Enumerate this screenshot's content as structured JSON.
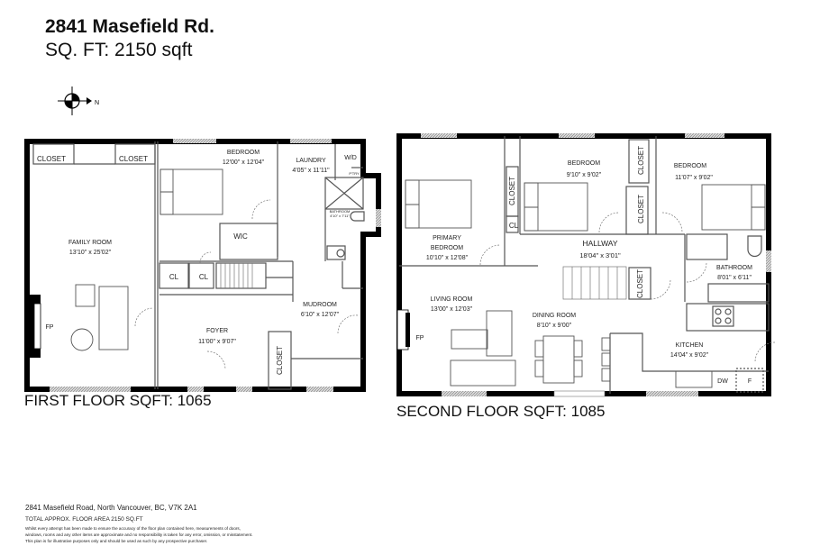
{
  "header": {
    "title": "2841 Masefield Rd.",
    "sqft": "SQ. FT: 2150 sqft"
  },
  "compass": {
    "icon": "compass-north-icon",
    "label": "N"
  },
  "first_floor": {
    "caption": "FIRST FLOOR  SQFT: 1065",
    "rooms": {
      "closet1": "CLOSET",
      "closet2": "CLOSET",
      "family": "FAMILY ROOM",
      "family_dim": "13'10\" x 25'02\"",
      "fp": "FP",
      "bedroom": "BEDROOM",
      "bedroom_dim": "12'00\" x 12'04\"",
      "laundry": "LAUNDRY",
      "laundry_dim": "4'05\" x 11'11\"",
      "wd": "W/D",
      "pantry": "P'TRY",
      "bathroom": "BATHROOM",
      "bathroom_dim": "4'10\" x 7'11\"",
      "wic": "WIC",
      "cl1": "CL",
      "cl2": "CL",
      "mudroom": "MUDROOM",
      "mudroom_dim": "6'10\" x 12'07\"",
      "foyer": "FOYER",
      "foyer_dim": "11'00\" x 9'07\"",
      "closet3": "CLOSET"
    }
  },
  "second_floor": {
    "caption": "SECOND FLOOR  SQFT: 1085",
    "rooms": {
      "closet1": "CLOSET",
      "bedroom1": "BEDROOM",
      "bedroom1_dim": "9'10\" x 9'02\"",
      "closet2": "CLOSET",
      "closet3": "CLOSET",
      "bedroom2": "BEDROOM",
      "bedroom2_dim": "11'07\" x 9'02\"",
      "cl": "CL",
      "primary1": "PRIMARY",
      "primary2": "BEDROOM",
      "primary_dim": "10'10\" x 12'08\"",
      "hallway": "HALLWAY",
      "hallway_dim": "18'04\" x 3'01\"",
      "bathroom": "BATHROOM",
      "bathroom_dim": "8'01\" x 6'11\"",
      "closet4": "CLOSET",
      "living": "LIVING ROOM",
      "living_dim": "13'00\" x 12'03\"",
      "dining": "DINING ROOM",
      "dining_dim": "8'10\" x 9'00\"",
      "fp": "FP",
      "kitchen": "KITCHEN",
      "kitchen_dim": "14'04\" x 9'02\"",
      "dw": "DW",
      "f": "F"
    }
  },
  "footer": {
    "address": "2841 Masefield Road, North Vancouver, BC, V7K 2A1",
    "total": "TOTAL APPROX. FLOOR AREA  2150 SQ.FT",
    "disclaimer1": "Whilst every attempt has been made to ensure the accuracy of the floor plan contained here, measurements of doors,",
    "disclaimer2": "windows, rooms and any other items are approximate and no responsibility is taken for any error, omission, or misstatement.",
    "disclaimer3": "This plan is for illustrative purposes only and should be used as such by any prospective purchaser."
  },
  "colors": {
    "wall": "#000000",
    "window": "#b8b8b8",
    "line": "#555555"
  }
}
